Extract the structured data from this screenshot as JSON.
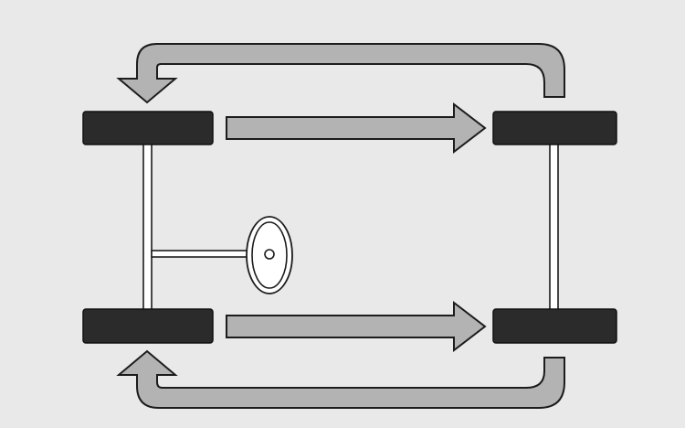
{
  "diagram": {
    "colors": {
      "background": "#e9e9e9",
      "tire": "#2b2b2b",
      "arrow_fill": "#b3b3b3",
      "outline": "#1c1c1c",
      "frame": "#ffffff"
    },
    "tires": [
      {
        "name": "front-left-tire"
      },
      {
        "name": "front-right-tire"
      },
      {
        "name": "rear-left-tire"
      },
      {
        "name": "rear-right-tire"
      }
    ],
    "arrows": [
      {
        "name": "front-straight-arrow",
        "direction": "right"
      },
      {
        "name": "rear-straight-arrow",
        "direction": "right"
      },
      {
        "name": "top-return-arrow",
        "direction": "down-left"
      },
      {
        "name": "bottom-return-arrow",
        "direction": "up-left"
      }
    ],
    "steering_wheel": {
      "icon": "steering-wheel-icon"
    }
  }
}
